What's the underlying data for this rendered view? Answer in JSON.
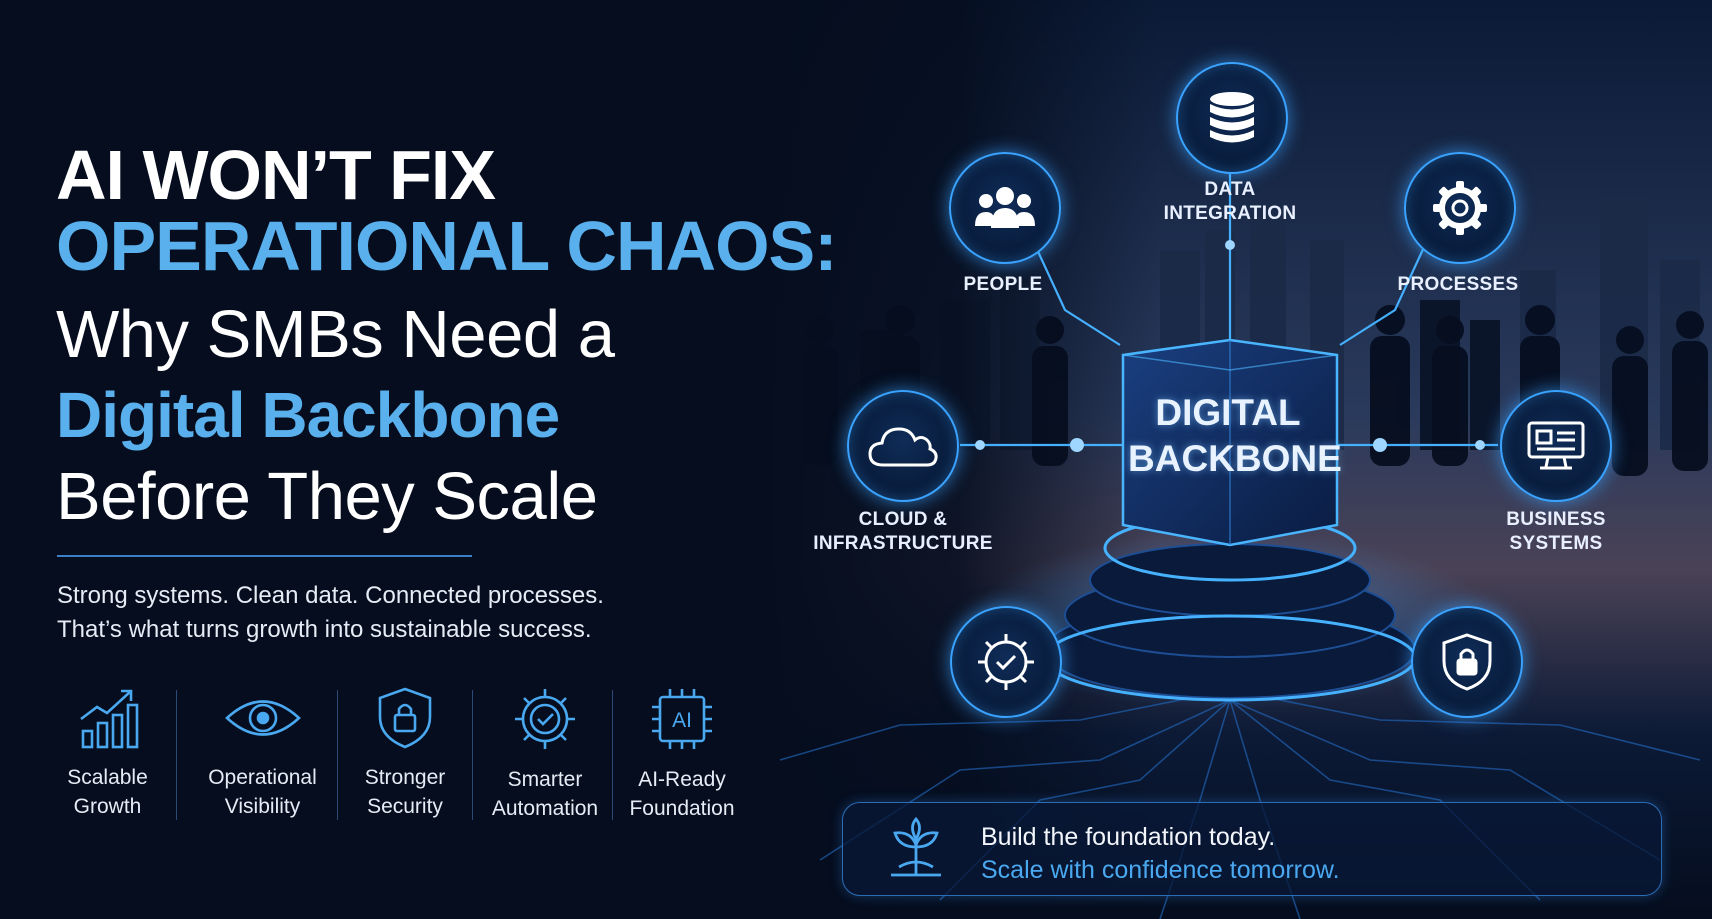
{
  "headline": {
    "line1": "AI WON’T FIX",
    "line2": "OPERATIONAL CHAOS:",
    "line3": "Why SMBs Need a",
    "line4": "Digital Backbone",
    "line5": "Before They Scale"
  },
  "tagline": {
    "line1": "Strong systems. Clean data. Connected processes.",
    "line2": "That’s what turns growth into sustainable success."
  },
  "features": [
    {
      "icon": "growth-chart-icon",
      "line1": "Scalable",
      "line2": "Growth"
    },
    {
      "icon": "eye-icon",
      "line1": "Operational",
      "line2": "Visibility"
    },
    {
      "icon": "shield-lock-icon",
      "line1": "Stronger",
      "line2": "Security"
    },
    {
      "icon": "gear-check-icon",
      "line1": "Smarter",
      "line2": "Automation"
    },
    {
      "icon": "ai-chip-icon",
      "line1": "AI-Ready",
      "line2": "Foundation"
    }
  ],
  "diagram": {
    "center": {
      "line1": "DIGITAL",
      "line2": "BACKBONE"
    },
    "nodes": {
      "data": {
        "icon": "database-icon",
        "line1": "DATA",
        "line2": "INTEGRATION"
      },
      "people": {
        "icon": "people-icon",
        "line1": "PEOPLE"
      },
      "processes": {
        "icon": "gear-icon",
        "line1": "PROCESSES"
      },
      "cloud": {
        "icon": "cloud-icon",
        "line1": "CLOUD &",
        "line2": "INFRASTRUCTURE"
      },
      "business": {
        "icon": "monitor-icon",
        "line1": "BUSINESS",
        "line2": "SYSTEMS"
      },
      "automation": {
        "icon": "gear-check-icon"
      },
      "security": {
        "icon": "shield-lock-icon"
      }
    }
  },
  "cta": {
    "icon": "sprout-icon",
    "line1": "Build the foundation today.",
    "line2": "Scale with confidence tomorrow."
  },
  "colors": {
    "background": "#050d1e",
    "accent_blue": "#5ab0ec",
    "glow_blue": "#3aa2ff",
    "text_white": "#ffffff"
  }
}
